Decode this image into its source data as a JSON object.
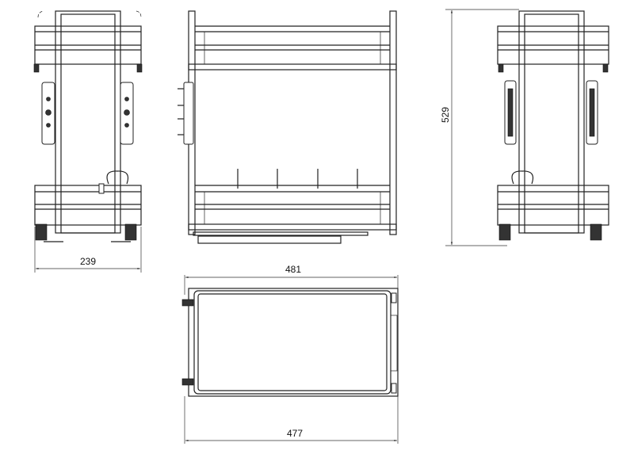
{
  "drawing": {
    "dimensions": {
      "front_width": "239",
      "top_outer_width": "481",
      "top_inner_width": "477",
      "height": "529"
    },
    "views": [
      "front-view",
      "side-view",
      "rear-view",
      "top-view"
    ],
    "colors": {
      "line": "#222222",
      "background": "#ffffff"
    }
  }
}
